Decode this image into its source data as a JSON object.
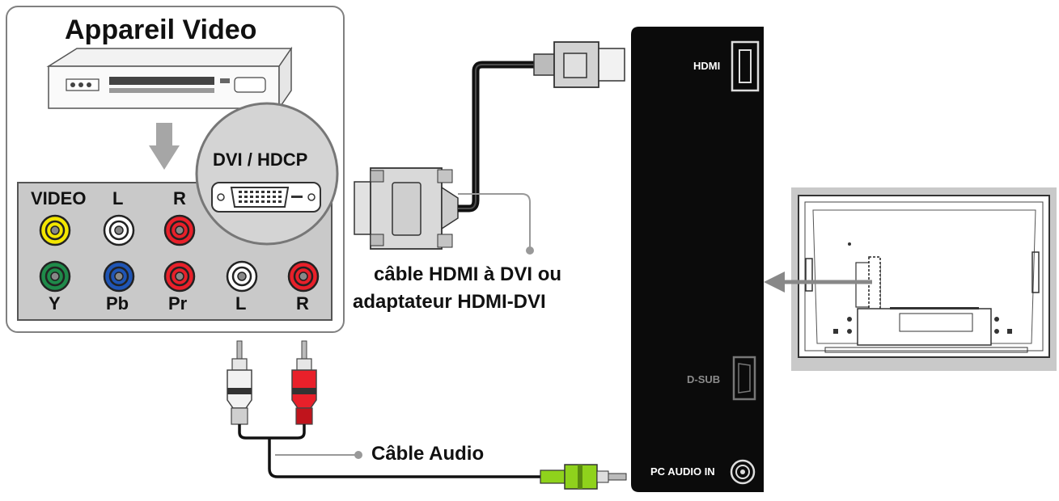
{
  "device_panel": {
    "title": "Appareil Video",
    "dvi_label": "DVI / HDCP",
    "jack_row1": [
      "VIDEO",
      "L",
      "R"
    ],
    "jack_row2": [
      "Y",
      "Pb",
      "Pr",
      "L",
      "R"
    ]
  },
  "cables": {
    "hdmi_dvi_line1": "câble HDMI à DVI ou",
    "hdmi_dvi_line2": "adaptateur HDMI-DVI",
    "audio": "Câble Audio"
  },
  "tv_panel": {
    "hdmi": "HDMI",
    "dsub": "D-SUB",
    "pc_audio_in": "PC AUDIO IN"
  },
  "colors": {
    "video_yellow": "#f3e600",
    "white_jack": "#ffffff",
    "red_jack": "#e8202a",
    "green_jack": "#1f8a4a",
    "blue_jack": "#1f55b5",
    "audio_plug_green": "#8fd21c",
    "panel_gray": "#c9c9c9",
    "tv_black": "#0b0b0b"
  }
}
